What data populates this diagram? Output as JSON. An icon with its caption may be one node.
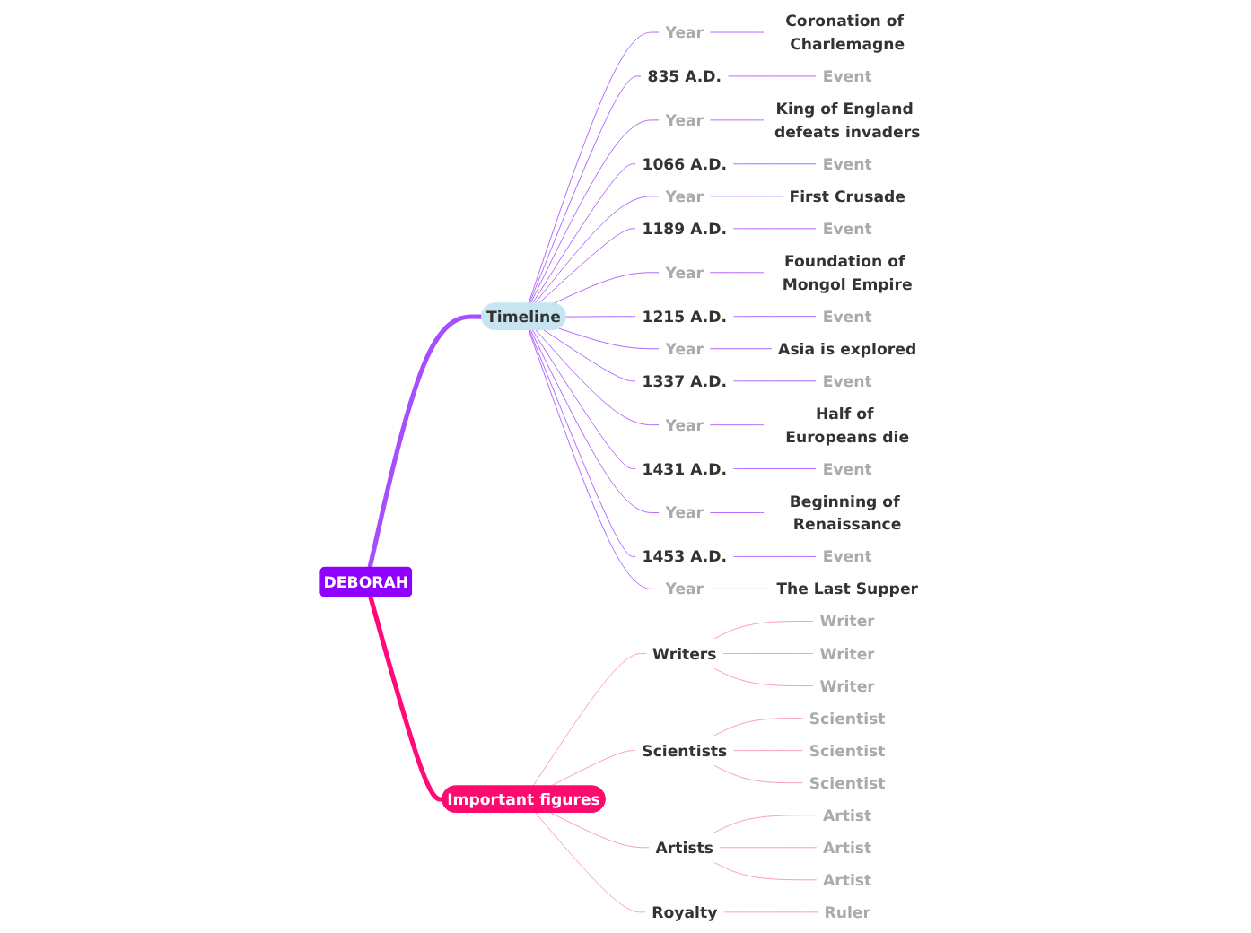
{
  "diagram": {
    "nodes": [
      {
        "text": [
          "DEBORAH"
        ]
      },
      {
        "text": [
          "Timeline"
        ]
      },
      {
        "text": [
          "Year"
        ]
      },
      {
        "text": [
          "Coronation of Charlemagne"
        ]
      },
      {
        "text": [
          "835 A.D."
        ]
      },
      {
        "text": [
          "Event"
        ]
      },
      {
        "text": [
          "Year"
        ]
      },
      {
        "text": [
          "King of England defeats invaders"
        ]
      },
      {
        "text": [
          "1066 A.D."
        ]
      },
      {
        "text": [
          "Event"
        ]
      },
      {
        "text": [
          "Year"
        ]
      },
      {
        "text": [
          "First Crusade"
        ]
      },
      {
        "text": [
          "1189 A.D."
        ]
      },
      {
        "text": [
          "Event"
        ]
      },
      {
        "text": [
          "Year"
        ]
      },
      {
        "text": [
          "Foundation of Mongol Empire"
        ]
      },
      {
        "text": [
          "1215 A.D."
        ]
      },
      {
        "text": [
          "Event"
        ]
      },
      {
        "text": [
          "Year"
        ]
      },
      {
        "text": [
          "Asia is explored"
        ]
      },
      {
        "text": [
          "1337 A.D."
        ]
      },
      {
        "text": [
          "Event"
        ]
      },
      {
        "text": [
          "Year"
        ]
      },
      {
        "text": [
          "Half of Europeans die"
        ]
      },
      {
        "text": [
          "1431 A.D."
        ]
      },
      {
        "text": [
          "Event"
        ]
      },
      {
        "text": [
          "Year"
        ]
      },
      {
        "text": [
          "Beginning of Renaissance"
        ]
      },
      {
        "text": [
          "1453 A.D."
        ]
      },
      {
        "text": [
          "Event"
        ]
      },
      {
        "text": [
          "Year"
        ]
      },
      {
        "text": [
          "The Last Supper"
        ]
      },
      {
        "text": [
          "Important figures"
        ]
      },
      {
        "text": [
          "Writers"
        ]
      },
      {
        "text": [
          "Writer"
        ]
      },
      {
        "text": [
          "Writer"
        ]
      },
      {
        "text": [
          "Writer"
        ]
      },
      {
        "text": [
          "Scientists"
        ]
      },
      {
        "text": [
          "Scientist"
        ]
      },
      {
        "text": [
          "Scientist"
        ]
      },
      {
        "text": [
          "Scientist"
        ]
      },
      {
        "text": [
          "Artists"
        ]
      },
      {
        "text": [
          "Artist"
        ]
      },
      {
        "text": [
          "Artist"
        ]
      },
      {
        "text": [
          "Artist"
        ]
      },
      {
        "text": [
          "Royalty"
        ]
      },
      {
        "text": [
          "Ruler"
        ]
      }
    ],
    "edges": [
      {
        "from": 0,
        "to": 1,
        "arrow": "none",
        "style": "thick"
      },
      {
        "from": 1,
        "to": 2,
        "arrow": "none"
      },
      {
        "from": 2,
        "to": 3,
        "arrow": "none"
      },
      {
        "from": 1,
        "to": 4,
        "arrow": "none"
      },
      {
        "from": 4,
        "to": 5,
        "arrow": "none"
      },
      {
        "from": 1,
        "to": 6,
        "arrow": "none"
      },
      {
        "from": 6,
        "to": 7,
        "arrow": "none"
      },
      {
        "from": 1,
        "to": 8,
        "arrow": "none"
      },
      {
        "from": 8,
        "to": 9,
        "arrow": "none"
      },
      {
        "from": 1,
        "to": 10,
        "arrow": "none"
      },
      {
        "from": 10,
        "to": 11,
        "arrow": "none"
      },
      {
        "from": 1,
        "to": 12,
        "arrow": "none"
      },
      {
        "from": 12,
        "to": 13,
        "arrow": "none"
      },
      {
        "from": 1,
        "to": 14,
        "arrow": "none"
      },
      {
        "from": 14,
        "to": 15,
        "arrow": "none"
      },
      {
        "from": 1,
        "to": 16,
        "arrow": "none"
      },
      {
        "from": 16,
        "to": 17,
        "arrow": "none"
      },
      {
        "from": 1,
        "to": 18,
        "arrow": "none"
      },
      {
        "from": 18,
        "to": 19,
        "arrow": "none"
      },
      {
        "from": 1,
        "to": 20,
        "arrow": "none"
      },
      {
        "from": 20,
        "to": 21,
        "arrow": "none"
      },
      {
        "from": 1,
        "to": 22,
        "arrow": "none"
      },
      {
        "from": 22,
        "to": 23,
        "arrow": "none"
      },
      {
        "from": 1,
        "to": 24,
        "arrow": "none"
      },
      {
        "from": 24,
        "to": 25,
        "arrow": "none"
      },
      {
        "from": 1,
        "to": 26,
        "arrow": "none"
      },
      {
        "from": 26,
        "to": 27,
        "arrow": "none"
      },
      {
        "from": 1,
        "to": 28,
        "arrow": "none"
      },
      {
        "from": 28,
        "to": 29,
        "arrow": "none"
      },
      {
        "from": 1,
        "to": 30,
        "arrow": "none"
      },
      {
        "from": 30,
        "to": 31,
        "arrow": "none"
      },
      {
        "from": 0,
        "to": 32,
        "arrow": "none",
        "style": "thick",
        "color": "#ff0a78"
      },
      {
        "from": 32,
        "to": 33,
        "arrow": "none",
        "color": "#f78cbf"
      },
      {
        "from": 33,
        "to": 34,
        "arrow": "none",
        "color": "#f78cbf"
      },
      {
        "from": 33,
        "to": 35,
        "arrow": "none",
        "color": "#f78cbf"
      },
      {
        "from": 33,
        "to": 36,
        "arrow": "none",
        "color": "#f78cbf"
      },
      {
        "from": 32,
        "to": 37,
        "arrow": "none",
        "color": "#f78cbf"
      },
      {
        "from": 37,
        "to": 38,
        "arrow": "none",
        "color": "#f78cbf"
      },
      {
        "from": 37,
        "to": 39,
        "arrow": "none",
        "color": "#f78cbf"
      },
      {
        "from": 37,
        "to": 40,
        "arrow": "none",
        "color": "#f78cbf"
      },
      {
        "from": 32,
        "to": 41,
        "arrow": "none",
        "color": "#f78cbf"
      },
      {
        "from": 41,
        "to": 42,
        "arrow": "none",
        "color": "#f78cbf"
      },
      {
        "from": 41,
        "to": 43,
        "arrow": "none",
        "color": "#f78cbf"
      },
      {
        "from": 41,
        "to": 44,
        "arrow": "none",
        "color": "#f78cbf"
      },
      {
        "from": 32,
        "to": 45,
        "arrow": "none",
        "color": "#f78cbf"
      },
      {
        "from": 45,
        "to": 46,
        "arrow": "none",
        "color": "#f78cbf"
      }
    ]
  }
}
